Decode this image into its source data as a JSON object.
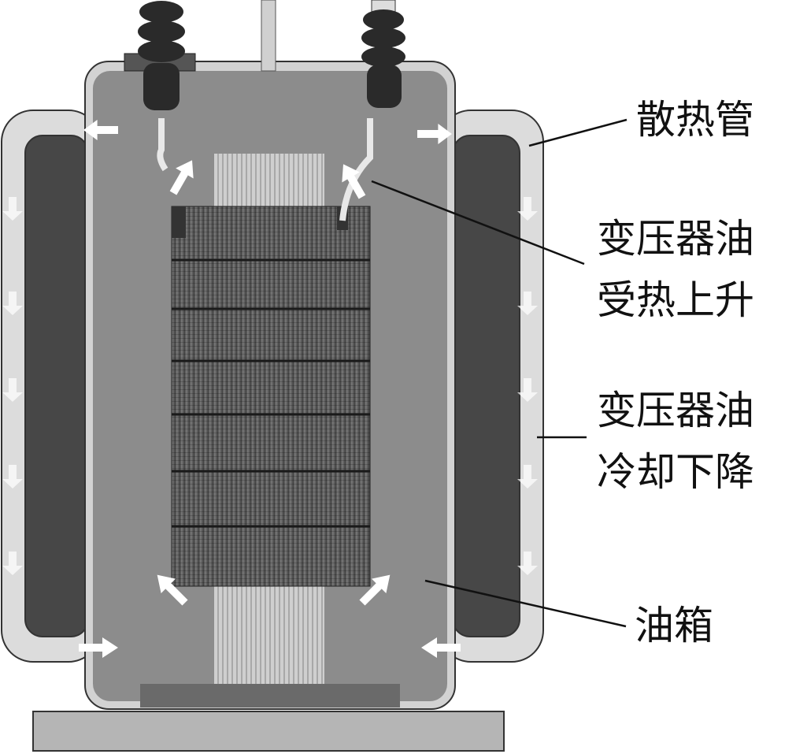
{
  "labels": {
    "radiator_pipe": "散热管",
    "oil_heated_rising_line1": "变压器油",
    "oil_heated_rising_line2": "受热上升",
    "oil_cooled_falling_line1": "变压器油",
    "oil_cooled_falling_line2": "冷却下降",
    "oil_tank": "油箱"
  },
  "colors": {
    "tank": "#8c8c8c",
    "pipe": "#d9d9d9",
    "pipe_inner": "#474747",
    "coil": "#555555",
    "arrow": "#ffffff"
  }
}
